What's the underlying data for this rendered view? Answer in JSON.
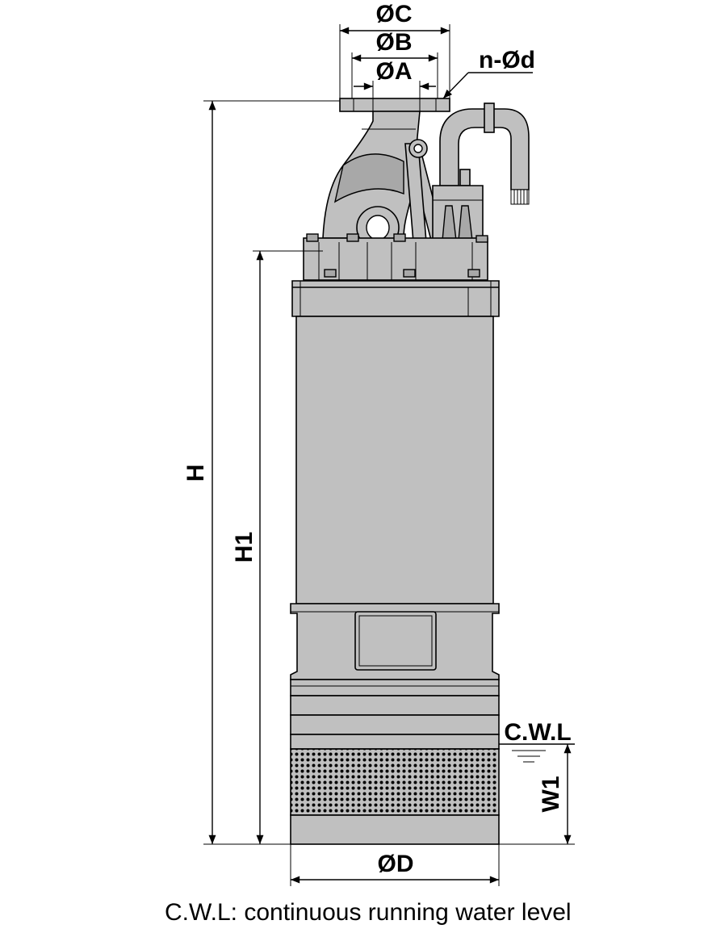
{
  "labels": {
    "phi_c": "ØC",
    "phi_b": "ØB",
    "phi_a": "ØA",
    "n_phi_d": "n-Ød",
    "h": "H",
    "h1": "H1",
    "cwl": "C.W.L",
    "w1": "W1",
    "phi_d": "ØD"
  },
  "caption": "C.W.L: continuous running water level"
}
